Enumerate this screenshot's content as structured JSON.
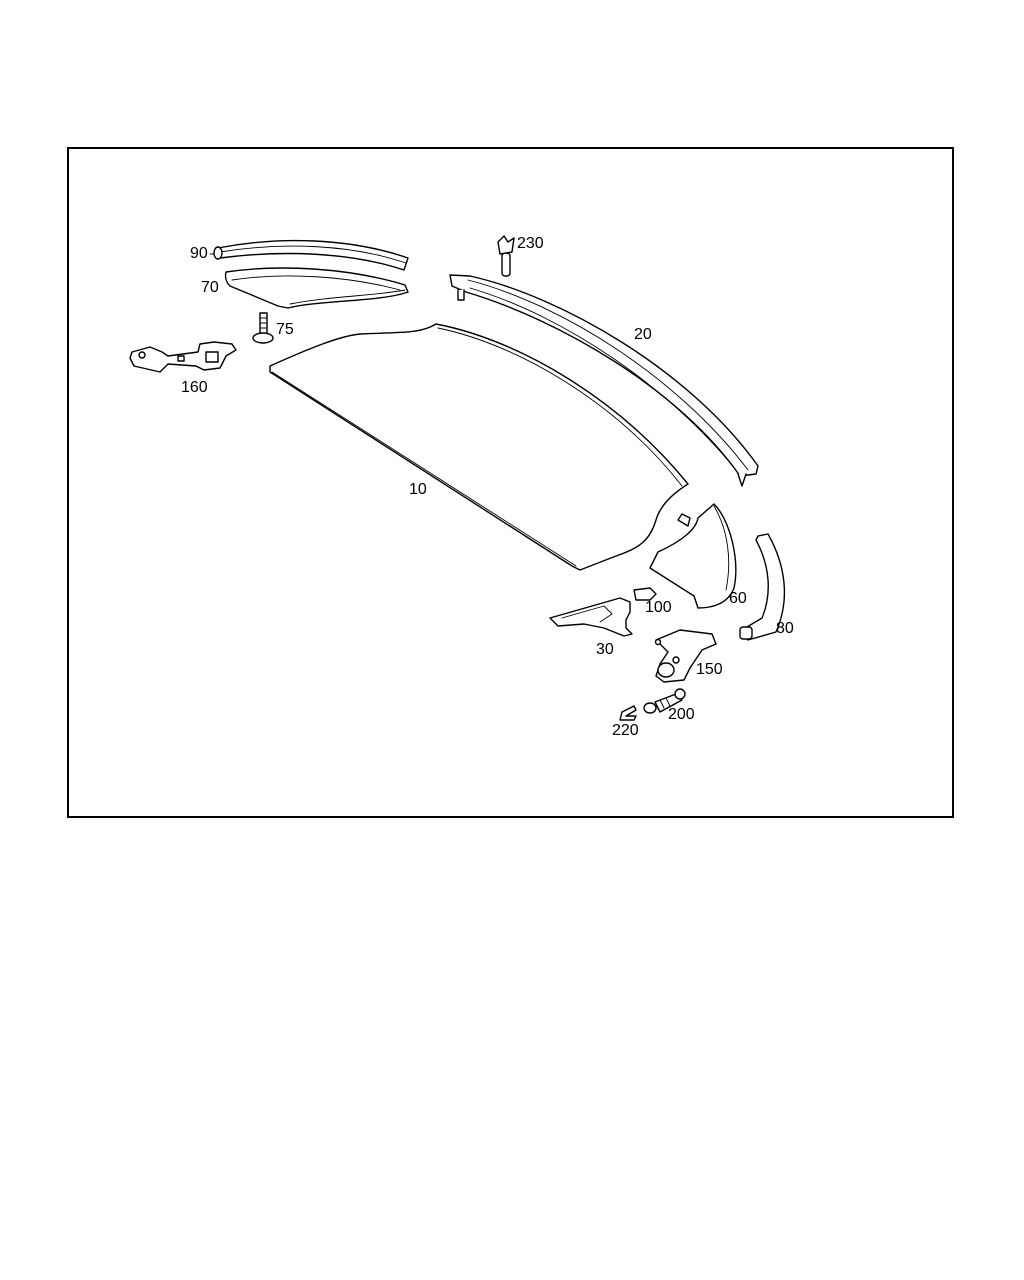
{
  "diagram": {
    "type": "exploded-parts-diagram",
    "frame_color": "#000000",
    "background": "#ffffff",
    "parts": [
      {
        "id": "10",
        "label": "10",
        "description": "rear window glass panel"
      },
      {
        "id": "20",
        "label": "20",
        "description": "upper curved trim strip / rail"
      },
      {
        "id": "30",
        "label": "30",
        "description": "flat mounting plate"
      },
      {
        "id": "60",
        "label": "60",
        "description": "corner trim cover"
      },
      {
        "id": "70",
        "label": "70",
        "description": "curved trim panel"
      },
      {
        "id": "75",
        "label": "75",
        "description": "screw"
      },
      {
        "id": "80",
        "label": "80",
        "description": "curved seal strip"
      },
      {
        "id": "90",
        "label": "90",
        "description": "curved seal strip"
      },
      {
        "id": "100",
        "label": "100",
        "description": "small clip"
      },
      {
        "id": "150",
        "label": "150",
        "description": "bracket / hinge"
      },
      {
        "id": "160",
        "label": "160",
        "description": "bracket / hinge"
      },
      {
        "id": "200",
        "label": "200",
        "description": "ball-joint spring bolt"
      },
      {
        "id": "220",
        "label": "220",
        "description": "retaining clip"
      },
      {
        "id": "230",
        "label": "230",
        "description": "push pin clip"
      }
    ]
  }
}
